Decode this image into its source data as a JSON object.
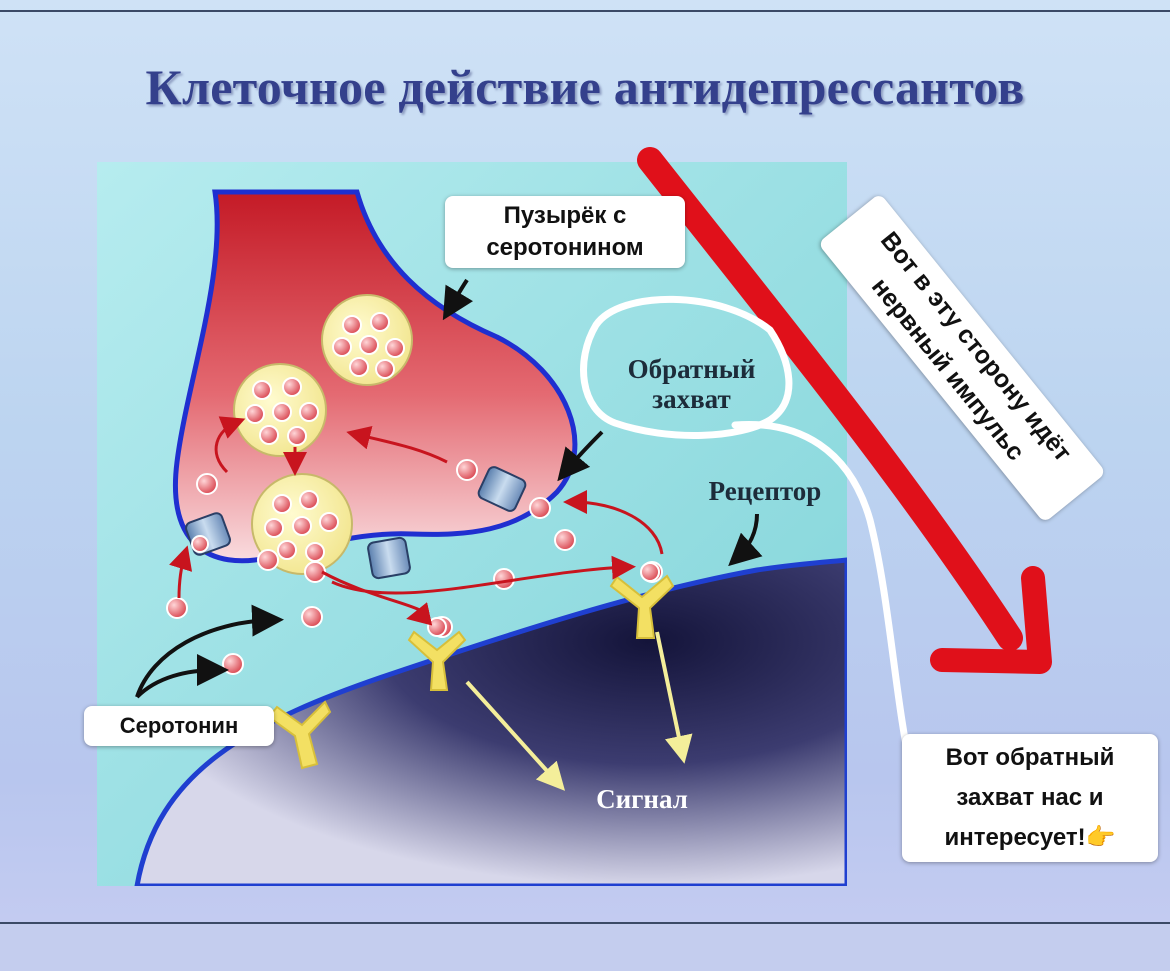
{
  "slide": {
    "title": "Клеточное действие антидепрессантов"
  },
  "diagram": {
    "labels": {
      "reuptake_line1": "Обратный",
      "reuptake_line2": "захват",
      "receptor": "Рецептор",
      "signal": "Сигнал"
    }
  },
  "callouts": {
    "vesicle_line1": "Пузырёк с",
    "vesicle_line2": "серотонином",
    "serotonin": "Серотонин",
    "impulse_line1": "Вот в эту сторону идёт",
    "impulse_line2": "нервный импульс",
    "reuptake_line1": "Вот обратный",
    "reuptake_line2": "захват нас и",
    "reuptake_line3": "интересует!",
    "reuptake_emoji": "👉"
  },
  "colors": {
    "title": "#34408c",
    "arrow_red": "#e0101a",
    "presynaptic": "#d8303a",
    "postsynaptic": "#2c2c5c",
    "cleft": "#9fe3e6"
  }
}
